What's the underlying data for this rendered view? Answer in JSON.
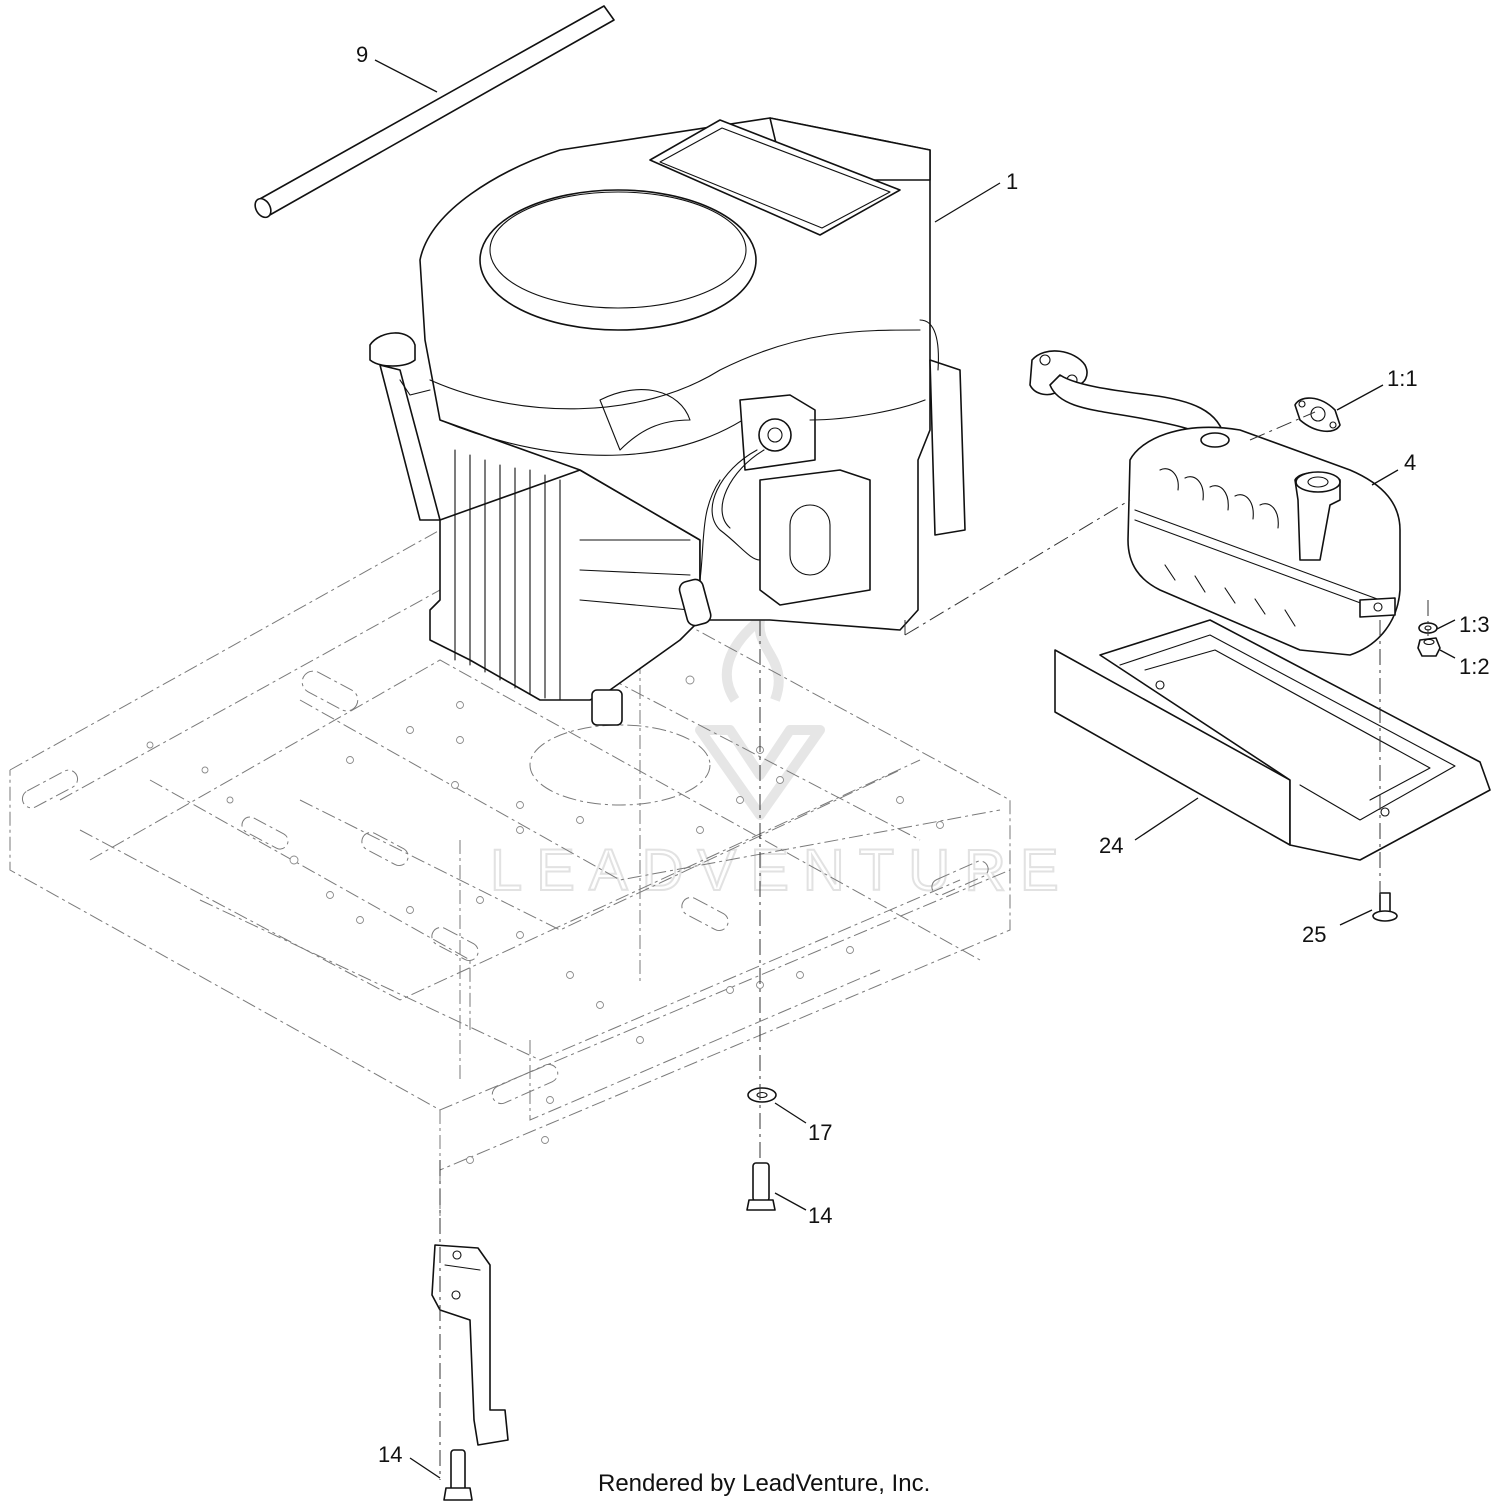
{
  "diagram": {
    "callouts": [
      {
        "id": "c9",
        "label": "9"
      },
      {
        "id": "c1",
        "label": "1"
      },
      {
        "id": "c1-1",
        "label": "1:1"
      },
      {
        "id": "c4",
        "label": "4"
      },
      {
        "id": "c1-3",
        "label": "1:3"
      },
      {
        "id": "c1-2",
        "label": "1:2"
      },
      {
        "id": "c24",
        "label": "24"
      },
      {
        "id": "c25",
        "label": "25"
      },
      {
        "id": "c17",
        "label": "17"
      },
      {
        "id": "c14a",
        "label": "14"
      },
      {
        "id": "c14b",
        "label": "14"
      }
    ],
    "watermark": "LEADVENTURE",
    "footer": "Rendered by LeadVenture, Inc."
  }
}
